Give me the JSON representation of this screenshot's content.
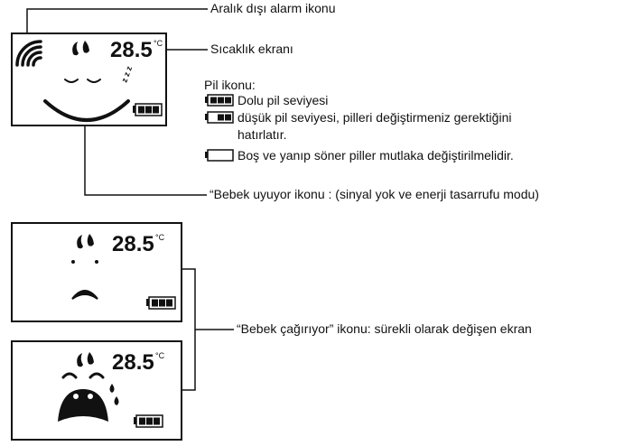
{
  "labels": {
    "out_of_range_alarm": "Aralık dışı alarm ikonu",
    "temperature_display": "Sıcaklık ekranı",
    "battery_title": "Pil ikonu:",
    "battery_full": "Dolu pil seviyesi",
    "battery_low_line1": "düşük pil seviyesi, pilleri değiştirmeniz gerektiğini",
    "battery_low_line2": "hatırlatır.",
    "battery_empty": "Boş ve yanıp söner piller mutlaka değiştirilmelidir.",
    "baby_sleeping": "“Bebek uyuyor ikonu : (sinyal yok ve enerji tasarrufu modu)",
    "baby_calling": "“Bebek çağırıyor” ikonu: sürekli olarak değişen ekran"
  },
  "screens": {
    "sleeping": {
      "temp": "28.5",
      "unit": "°C",
      "zzz": "z z z"
    },
    "calling_1": {
      "temp": "28.5",
      "unit": "°C"
    },
    "calling_2": {
      "temp": "28.5",
      "unit": "°C"
    }
  }
}
